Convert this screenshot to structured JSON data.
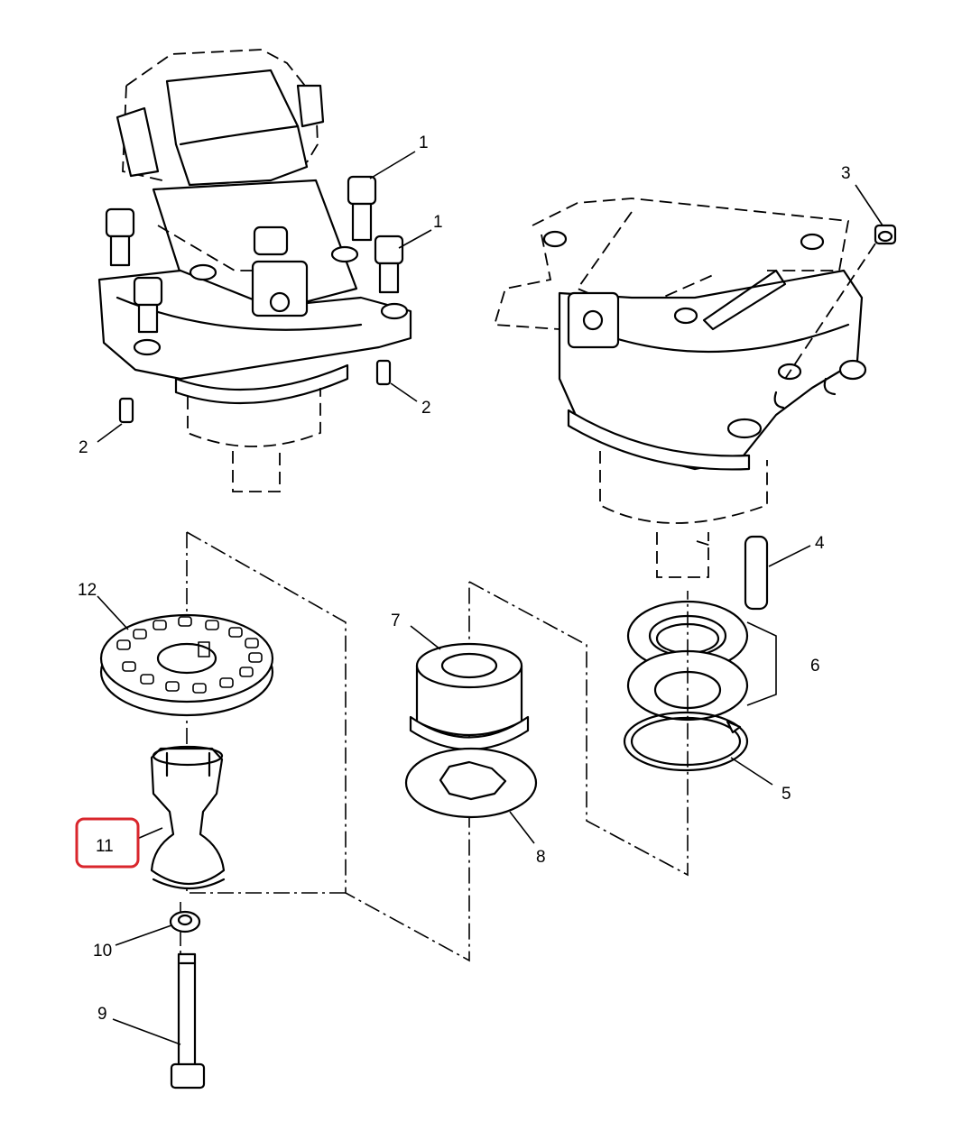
{
  "callouts": {
    "c1a": "1",
    "c1b": "1",
    "c2a": "2",
    "c2b": "2",
    "c3": "3",
    "c4": "4",
    "c5": "5",
    "c6": "6",
    "c7": "7",
    "c8": "8",
    "c9": "9",
    "c10": "10",
    "c11": "11",
    "c12": "12"
  },
  "highlight": {
    "part": "11",
    "color": "#d9262c"
  }
}
